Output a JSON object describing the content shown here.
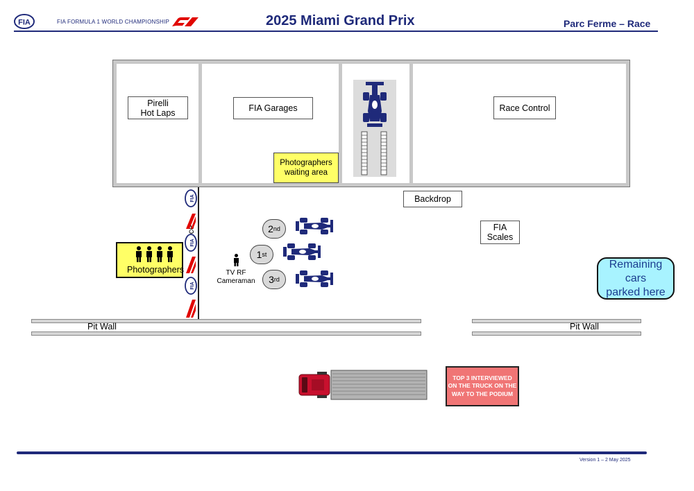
{
  "header": {
    "fia_logo": "FIA",
    "championship": "FIA FORMULA 1 WORLD CHAMPIONSHIP",
    "f1_logo": "F1",
    "title": "2025 Miami Grand Prix",
    "subtitle": "Parc Ferme – Race"
  },
  "building": {
    "pirelli": "Pirelli\nHot Laps",
    "fia_garages": "FIA Garages",
    "photographers_waiting": "Photographers\nwaiting area",
    "race_control": "Race Control"
  },
  "labels": {
    "backdrop": "Backdrop",
    "fia_scales": "FIA\nScales",
    "remaining_cars": "Remaining cars\nparked here",
    "photographers": "Photographers",
    "fence": "Fence",
    "tv_rf": "TV RF\nCameraman",
    "pit_wall_left": "Pit Wall",
    "pit_wall_right": "Pit Wall",
    "truck_note": "TOP 3 INTERVIEWED\nON THE TRUCK ON THE\nWAY TO THE PODIUM"
  },
  "positions": {
    "first": {
      "num": "1",
      "suffix": "st"
    },
    "second": {
      "num": "2",
      "suffix": "nd"
    },
    "third": {
      "num": "3",
      "suffix": "rd"
    }
  },
  "footer": {
    "version": "Version 1 – 2 May 2025"
  },
  "colors": {
    "navy": "#1f2a7a",
    "f1_red": "#e10600",
    "yellow": "#ffff66",
    "cyan": "#a8f3ff",
    "red_note": "#f07575"
  }
}
